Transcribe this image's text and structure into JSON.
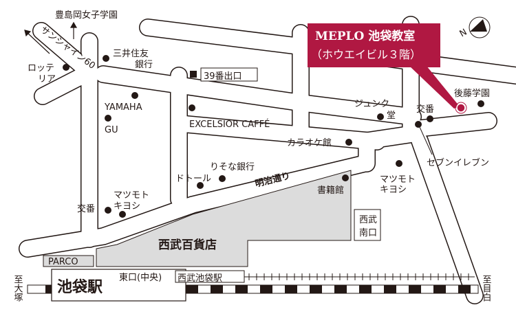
{
  "callout": {
    "title": "MEPLO 池袋教室",
    "subtitle": "（ホウエイビル３階）",
    "color": "#b01842"
  },
  "compass": {
    "label": "N",
    "icon": "north-arrow-icon"
  },
  "roads": {
    "sunshine60": "サンシャイン60",
    "meiji_dori": "明治通り"
  },
  "landmarks": {
    "toshimaoka": "豊島岡女子学園",
    "mitsui_1": "三井住友",
    "mitsui_2": "銀行",
    "lotteria_1": "ロッテ",
    "lotteria_2": "リア",
    "exit39": "39番出口",
    "yamaha": "YAMAHA",
    "gu": "GU",
    "excelsior": "EXCELSIOR CAFFÉ",
    "karaoke": "カラオケ館",
    "junkudo_1": "ジュンク",
    "junkudo_2": "堂",
    "koban_east": "交番",
    "goto": "後藤学園",
    "seven": "セブンイレブン",
    "resona": "りそな銀行",
    "doutor": "ドトール",
    "matsumoto_w_1": "マツモト",
    "matsumoto_w_2": "キヨシ",
    "koban_west": "交番",
    "matsumoto_e_1": "マツモト",
    "matsumoto_e_2": "キヨシ",
    "shosekikan": "書籍館",
    "seibu_south_1": "西武",
    "seibu_south_2": "南口",
    "seibu_dept": "西武百貨店",
    "parco": "PARCO",
    "east_exit": "東口(中央)",
    "seibu_ikebukuro": "西武池袋駅",
    "ikebukuro_station": "池袋駅",
    "to_otsuka": "至大塚",
    "to_mejiro": "至目白"
  }
}
